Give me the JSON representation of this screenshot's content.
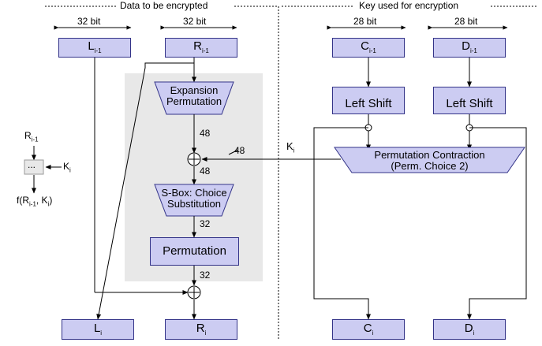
{
  "diagram": {
    "title_left": "Data to be encrypted",
    "title_right": "Key used for encryption",
    "bit_labels": {
      "left_data": "32 bit",
      "right_data": "32 bit",
      "left_key": "28 bit",
      "right_key": "28 bit"
    },
    "top_boxes": {
      "l_prev": "L",
      "l_prev_sub": "i-1",
      "r_prev": "R",
      "r_prev_sub": "i-1",
      "c_prev": "C",
      "c_prev_sub": "i-1",
      "d_prev": "D",
      "d_prev_sub": "i-1"
    },
    "bottom_boxes": {
      "l_next": "L",
      "l_next_sub": "i",
      "r_next": "R",
      "r_next_sub": "i",
      "c_next": "C",
      "c_next_sub": "i",
      "d_next": "D",
      "d_next_sub": "i"
    },
    "blocks": {
      "expansion": "Expansion",
      "expansion_2": "Permutation",
      "sbox": "S-Box: Choice",
      "sbox_2": "Substitution",
      "permutation": "Permutation",
      "left_shift_1": "Left Shift",
      "left_shift_2": "Left Shift",
      "perm_contraction": "Permutation Contraction",
      "perm_contraction_2": "(Perm. Choice 2)"
    },
    "wire_labels": {
      "w48_a": "48",
      "w48_b": "48",
      "w48_c": "48",
      "w32_a": "32",
      "w32_b": "32",
      "k_i": "K",
      "k_i_sub": "i"
    },
    "legend": {
      "top": "R",
      "top_sub": "i-1",
      "dots": "...",
      "key": "K",
      "key_sub": "i",
      "bottom": "f(R",
      "bottom_sub1": "i-1",
      "bottom_mid": ", K",
      "bottom_sub2": "i",
      "bottom_end": ")"
    },
    "xor_symbol": "+",
    "colors": {
      "box_fill": "#ccccf2",
      "box_stroke": "#333388",
      "band_fill": "#e8e8e8",
      "line": "#000000"
    }
  }
}
